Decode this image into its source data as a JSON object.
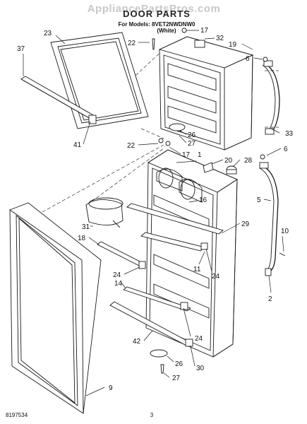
{
  "header": {
    "watermark": "AppliancePartsPros.com",
    "title": "DOOR PARTS",
    "model_line": "For Models: 8VET2NWDNW0",
    "color_line": "(White)"
  },
  "callouts": [
    "23",
    "17",
    "32",
    "22",
    "19",
    "37",
    "6",
    "26",
    "27",
    "41",
    "33",
    "22",
    "17",
    "1",
    "20",
    "28",
    "6",
    "16",
    "5",
    "31",
    "29",
    "18",
    "10",
    "24",
    "11",
    "24",
    "14",
    "2",
    "24",
    "42",
    "26",
    "30",
    "27",
    "9"
  ],
  "footer": {
    "doc_number": "8197534",
    "page_number": "3"
  }
}
